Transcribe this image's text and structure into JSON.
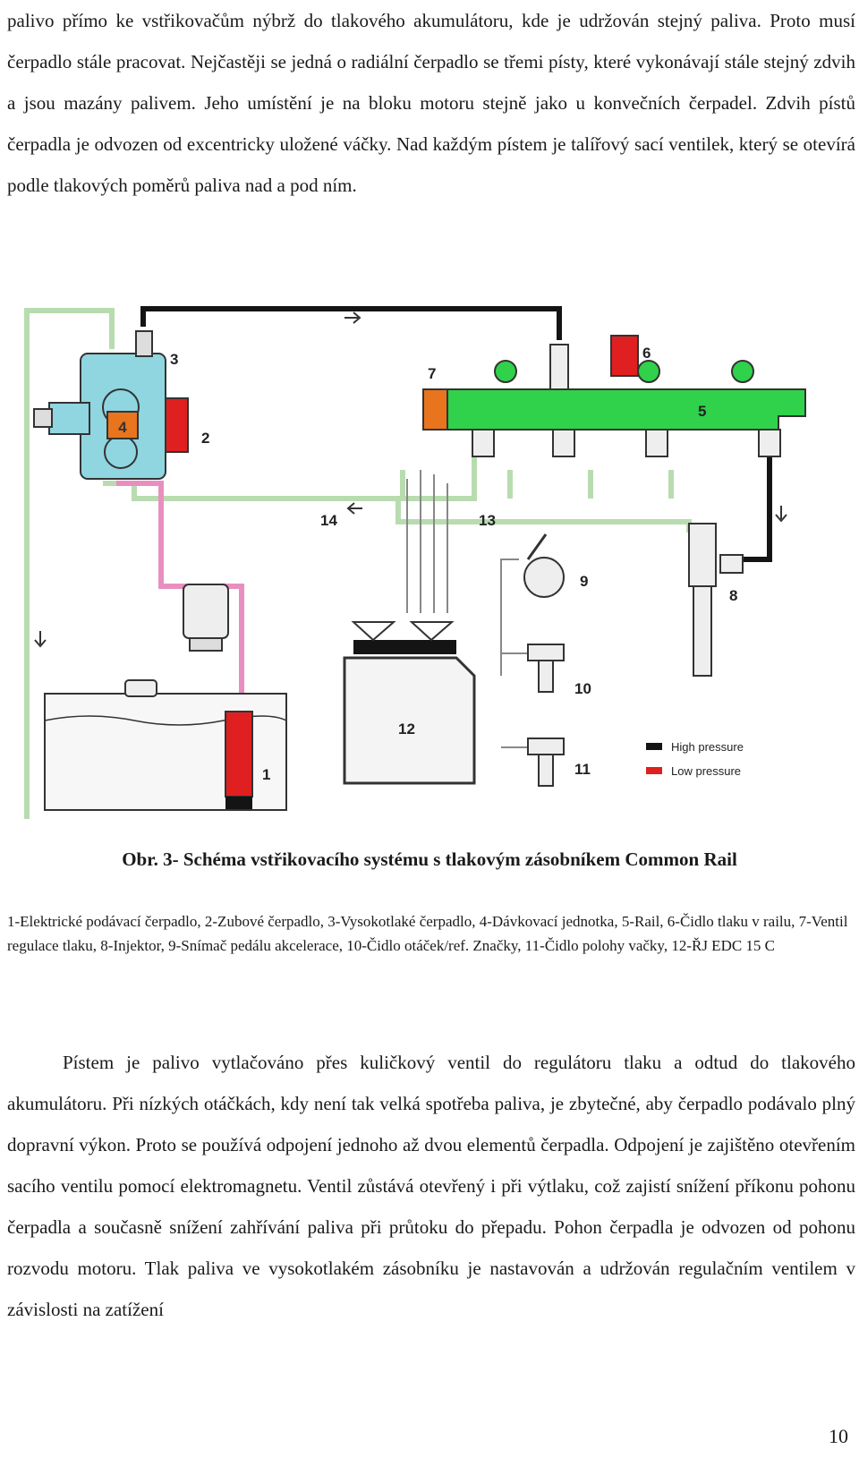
{
  "intro_text": "palivo přímo ke vstřikovačům nýbrž do tlakového akumulátoru, kde je udržován stejný paliva. Proto musí čerpadlo stále pracovat. Nejčastěji se jedná o radiální čerpadlo se třemi písty, které vykonávají stále stejný zdvih a jsou mazány palivem. Jeho umístění je na bloku motoru stejně jako u konvečních čerpadel. Zdvih pístů čerpadla je odvozen od excentricky uložené váčky. Nad každým pístem je talířový sací ventilek, který se otevírá podle tlakových poměrů paliva nad a pod ním.",
  "diagram": {
    "labels": [
      "1",
      "2",
      "3",
      "4",
      "5",
      "6",
      "7",
      "8",
      "9",
      "10",
      "11",
      "12",
      "13",
      "14"
    ],
    "legend_high": "High pressure",
    "legend_low": "Low pressure",
    "colors": {
      "pump": "#8fd6e0",
      "rail": "#2fd24a",
      "return_line": "#b8dcb0",
      "feed_line": "#e98fbf",
      "high_pressure": "#141414",
      "low_pressure": "#e02020",
      "valve": "#e8741e"
    }
  },
  "caption": "Obr. 3- Schéma vstřikovacího systému s tlakovým zásobníkem Common Rail",
  "legend_text": "1-Elektrické podávací čerpadlo, 2-Zubové čerpadlo, 3-Vysokotlaké čerpadlo, 4-Dávkovací jednotka, 5-Rail, 6-Čidlo tlaku v railu, 7-Ventil regulace tlaku, 8-Injektor, 9-Snímač pedálu akcelerace, 10-Čidlo otáček/ref. Značky, 11-Čidlo polohy vačky, 12-ŘJ EDC 15 C",
  "body_text": "Pístem je palivo vytlačováno přes kuličkový ventil do regulátoru tlaku a odtud do tlakového akumulátoru. Při nízkých otáčkách, kdy není tak velká spotřeba paliva, je zbytečné, aby čerpadlo podávalo plný dopravní výkon. Proto se používá odpojení jednoho až dvou elementů čerpadla. Odpojení je zajištěno otevřením sacího ventilu pomocí elektromagnetu. Ventil zůstává otevřený i při výtlaku, což zajistí snížení příkonu pohonu čerpadla a současně snížení zahřívání paliva při průtoku do přepadu. Pohon čerpadla je odvozen od pohonu rozvodu motoru. Tlak paliva ve vysokotlakém zásobníku je nastavován a udržován regulačním ventilem v závislosti na zatížení",
  "page_number": "10"
}
